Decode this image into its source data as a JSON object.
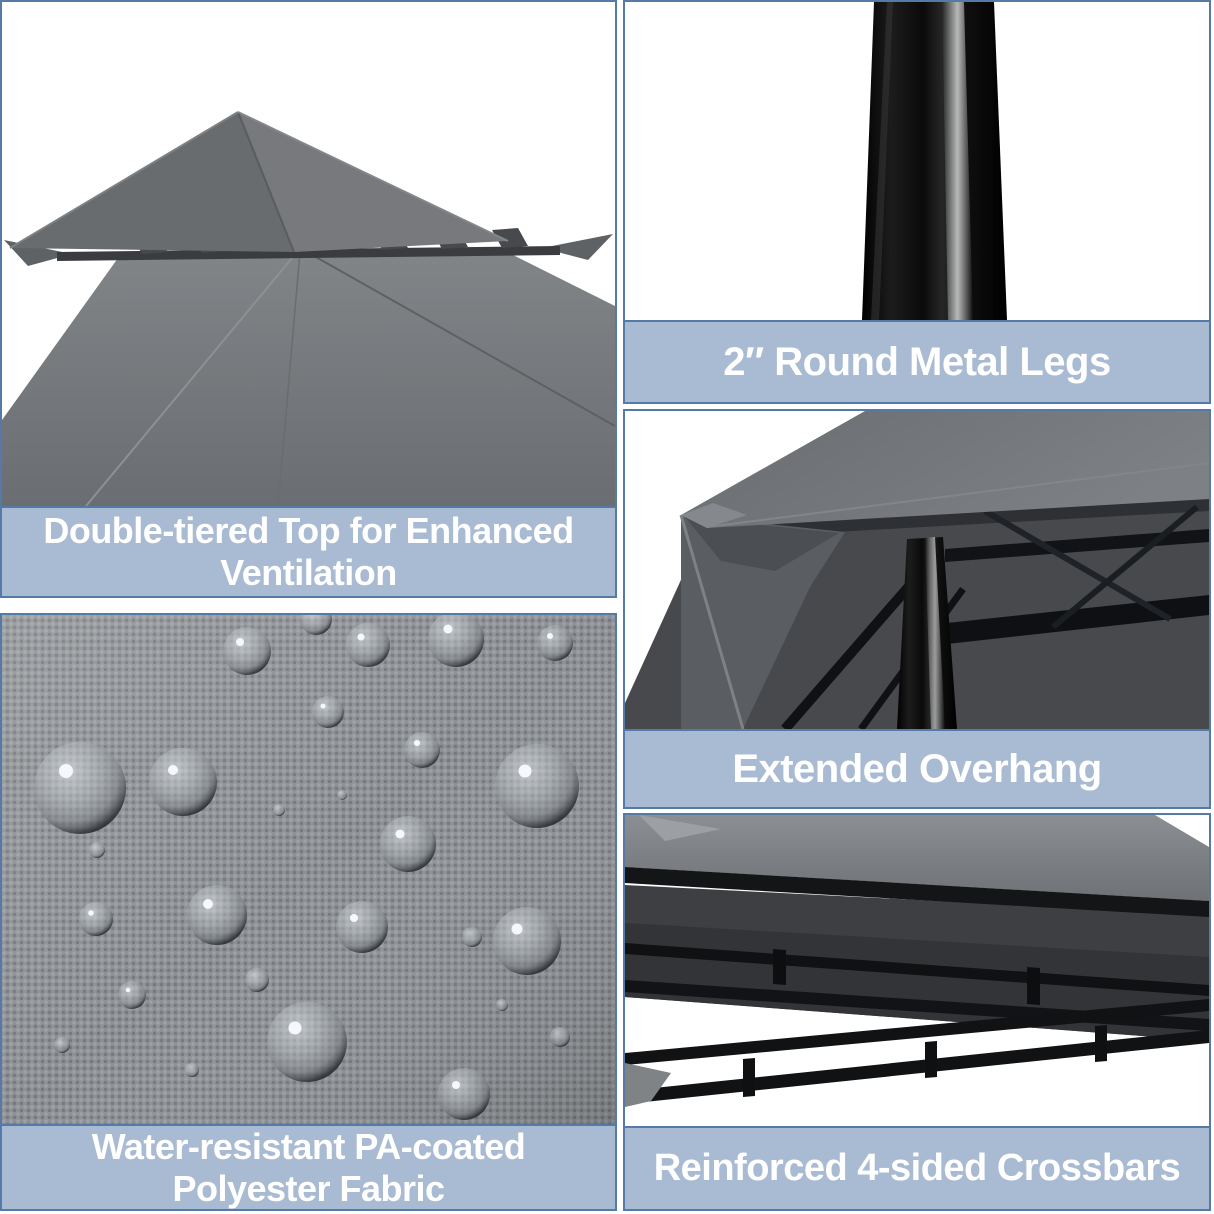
{
  "collage": {
    "description": "Gazebo canopy product feature collage",
    "panels": {
      "double_tiered_top": {
        "caption_line1": "Double-tiered Top for Enhanced",
        "caption_line2": "Ventilation"
      },
      "round_metal_legs": {
        "caption": "2″ Round Metal Legs"
      },
      "extended_overhang": {
        "caption": "Extended Overhang"
      },
      "water_resistant_fabric": {
        "caption_line1": "Water-resistant PA-coated",
        "caption_line2": "Polyester Fabric"
      },
      "reinforced_crossbars": {
        "caption": "Reinforced 4-sided Crossbars"
      }
    },
    "style": {
      "caption_background": "#a9bbd3",
      "caption_border": "#567aa7",
      "caption_text_color": "#ffffff",
      "canopy_gray": "#73767a",
      "frame_black": "#141518",
      "fabric_gray": "#8d9094",
      "page_background": "#ffffff"
    }
  }
}
